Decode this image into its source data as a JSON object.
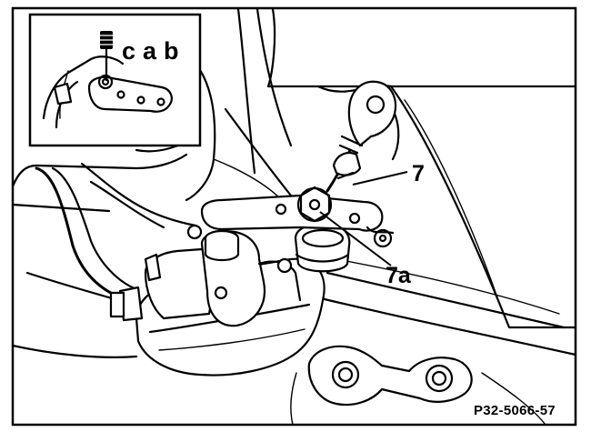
{
  "inset": {
    "labels": {
      "c": "c",
      "a": "a",
      "b": "b"
    }
  },
  "callouts": {
    "part_7": "7",
    "part_7a": "7a"
  },
  "figure_code": "P32-5066-57"
}
